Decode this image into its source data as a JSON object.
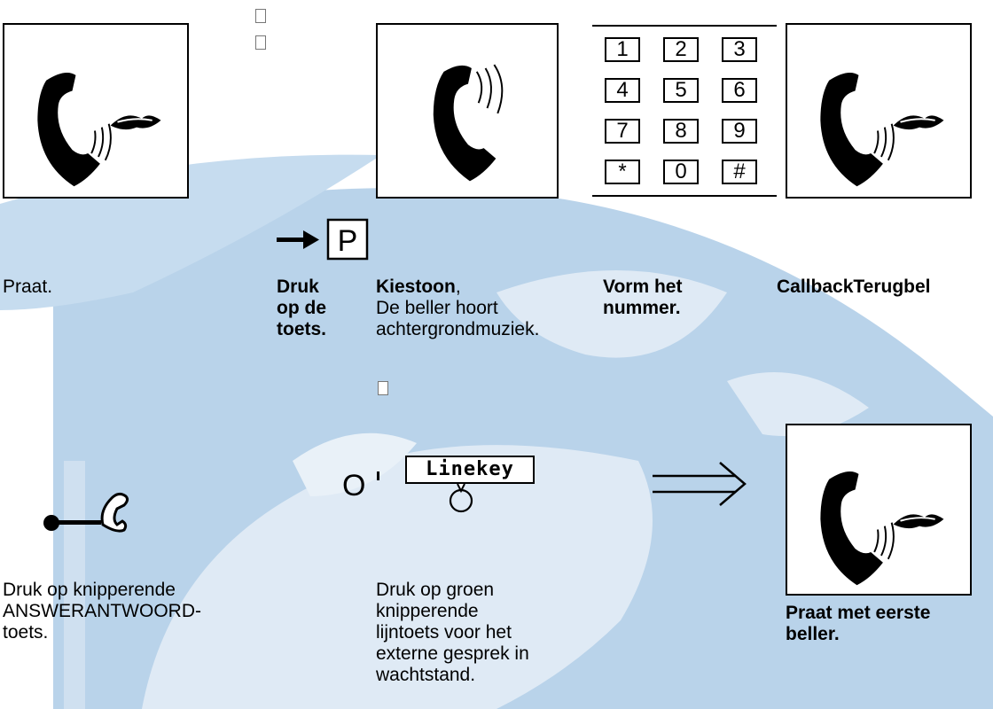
{
  "top_row": {
    "talk_caption": "Praat.",
    "park_key_label": "P",
    "press_key_caption": "Druk\nop de\ntoets.",
    "dial_tone_bold": "Kiestoon",
    "dial_tone_rest": ",\nDe beller hoort\nachtergrondmuziek.",
    "dial_caption": "Vorm het\nnummer.",
    "callback_caption": "CallbackTerugbel"
  },
  "keypad": {
    "keys": [
      "1",
      "2",
      "3",
      "4",
      "5",
      "6",
      "7",
      "8",
      "9",
      "*",
      "0",
      "#"
    ]
  },
  "bottom_row": {
    "answer_caption": "Druk op knipperende\nANSWERANTWOORD-\ntoets.",
    "or_text": "O",
    "linekey_label": "Linekey",
    "linekey_caption": "Druk op groen\nknipperende\nlijntoets voor het\nexterne gesprek in\nwachtstand.",
    "talk_first_caption": "Praat met eerste\nbeller."
  },
  "colors": {
    "map_blue": "#b9d3ea",
    "map_light": "#dfeaf5"
  }
}
